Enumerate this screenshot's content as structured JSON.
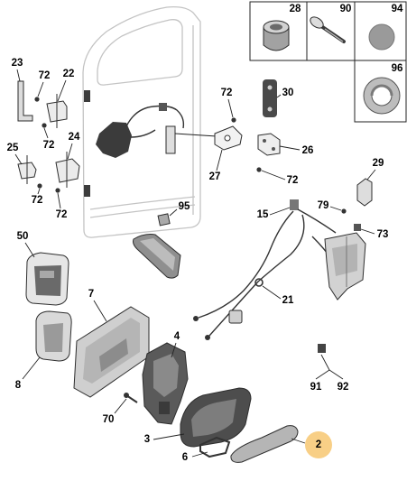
{
  "inset_labels": [
    "28",
    "90",
    "94",
    "96"
  ],
  "callouts": [
    "23",
    "72",
    "22",
    "72",
    "25",
    "24",
    "72",
    "72",
    "72",
    "30",
    "26",
    "27",
    "72",
    "29",
    "95",
    "15",
    "79",
    "73",
    "50",
    "7",
    "21",
    "4",
    "8",
    "70",
    "3",
    "6",
    "2",
    "91",
    "92"
  ],
  "colors": {
    "highlight": "#f8cf86",
    "line": "#333333",
    "label": "#000000"
  }
}
